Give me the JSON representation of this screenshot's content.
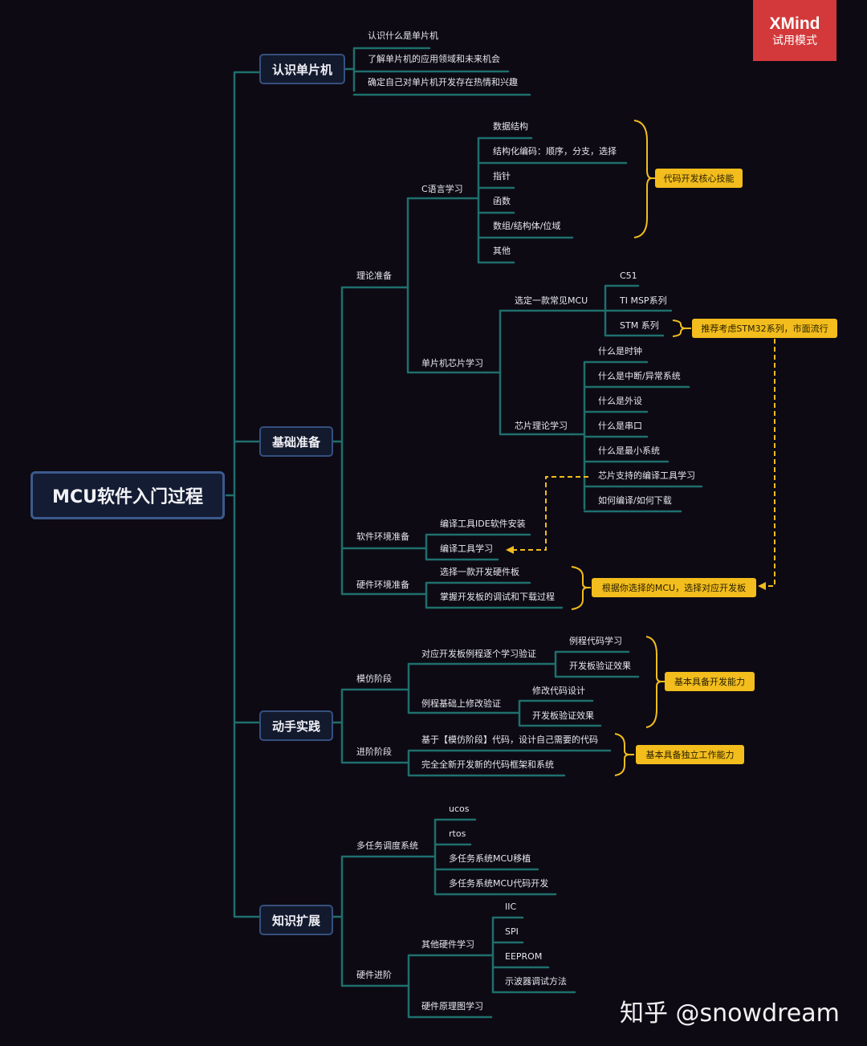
{
  "badge": {
    "brand": "XMind",
    "mode": "试用模式"
  },
  "root": "MCU软件入门过程",
  "main": [
    "认识单片机",
    "基础准备",
    "动手实践",
    "知识扩展"
  ],
  "s1": [
    "认识什么是单片机",
    "了解单片机的应用领域和未来机会",
    "确定自己对单片机开发存在热情和兴趣"
  ],
  "s2": {
    "theory": "理论准备",
    "c_lang": "C语言学习",
    "c_items": [
      "数据结构",
      "结构化编码：顺序，分支，选择",
      "指针",
      "函数",
      "数组/结构体/位域",
      "其他"
    ],
    "c_note": "代码开发核心技能",
    "chip": "单片机芯片学习",
    "select_mcu": "选定一款常见MCU",
    "mcu_items": [
      "C51",
      "TI MSP系列",
      "STM 系列"
    ],
    "stm_note": "推荐考虑STM32系列，市面流行",
    "chip_theory": "芯片理论学习",
    "theory_items": [
      "什么是时钟",
      "什么是中断/异常系统",
      "什么是外设",
      "什么是串口",
      "什么是最小系统",
      "芯片支持的编译工具学习",
      "如何编译/如何下载"
    ],
    "sw_env": "软件环境准备",
    "sw_items": [
      "编译工具IDE软件安装",
      "编译工具学习"
    ],
    "hw_env": "硬件环境准备",
    "hw_items": [
      "选择一款开发硬件板",
      "掌握开发板的调试和下载过程"
    ],
    "hw_note": "根据你选择的MCU，选择对应开发板"
  },
  "s3": {
    "imitate": "模仿阶段",
    "follow": "对应开发板例程逐个学习验证",
    "follow_items": [
      "例程代码学习",
      "开发板验证效果"
    ],
    "modify": "例程基础上修改验证",
    "modify_items": [
      "修改代码设计",
      "开发板验证效果"
    ],
    "imitate_note": "基本具备开发能力",
    "advance": "进阶阶段",
    "advance_items": [
      "基于【模仿阶段】代码，设计自己需要的代码",
      "完全全新开发新的代码框架和系统"
    ],
    "advance_note": "基本具备独立工作能力"
  },
  "s4": {
    "multitask": "多任务调度系统",
    "multitask_items": [
      "ucos",
      "rtos",
      "多任务系统MCU移植",
      "多任务系统MCU代码开发"
    ],
    "hw_adv": "硬件进阶",
    "other_hw": "其他硬件学习",
    "other_items": [
      "IIC",
      "SPI",
      "EEPROM",
      "示波器调试方法"
    ],
    "schematic": "硬件原理图学习"
  },
  "watermark": "知乎 @snowdream",
  "colors": {
    "line": "#1f6f6c",
    "accent": "#f2bd1d",
    "node_border": "#35507e",
    "background": "#0d0a14",
    "badge": "#d3393a"
  }
}
